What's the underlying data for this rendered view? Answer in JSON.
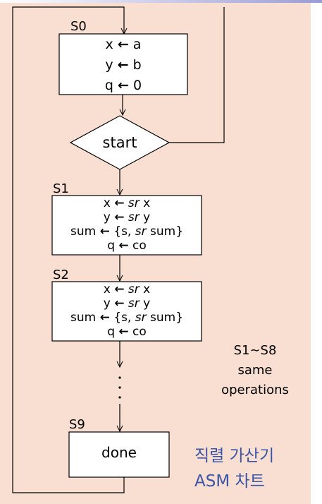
{
  "states": {
    "s0": {
      "label": "S0",
      "lines": [
        {
          "lhs": "x",
          "arrow": "←",
          "sr": "",
          "rhs": "a"
        },
        {
          "lhs": "y",
          "arrow": "←",
          "sr": "",
          "rhs": "b"
        },
        {
          "lhs": "q",
          "arrow": "←",
          "sr": "",
          "rhs": "0"
        }
      ]
    },
    "decision": {
      "label": "start"
    },
    "s1": {
      "label": "S1",
      "lines": [
        {
          "lhs": "x",
          "arrow": "←",
          "pre": "",
          "sr": "sr",
          "rhs": " x"
        },
        {
          "lhs": "y",
          "arrow": "←",
          "pre": "",
          "sr": "sr",
          "rhs": " y"
        },
        {
          "lhs": "sum",
          "arrow": "←",
          "pre": "{s, ",
          "sr": "sr",
          "rhs": " sum}"
        },
        {
          "lhs": "q",
          "arrow": "←",
          "pre": "",
          "sr": "",
          "rhs": "co"
        }
      ]
    },
    "s2": {
      "label": "S2",
      "lines": [
        {
          "lhs": "x",
          "arrow": "←",
          "pre": "",
          "sr": "sr",
          "rhs": " x"
        },
        {
          "lhs": "y",
          "arrow": "←",
          "pre": "",
          "sr": "sr",
          "rhs": " y"
        },
        {
          "lhs": "sum",
          "arrow": "←",
          "pre": "{s, ",
          "sr": "sr",
          "rhs": " sum}"
        },
        {
          "lhs": "q",
          "arrow": "←",
          "pre": "",
          "sr": "",
          "rhs": "co"
        }
      ]
    },
    "s9": {
      "label": "S9",
      "text": "done"
    }
  },
  "note": {
    "line1": "S1~S8",
    "line2": "same",
    "line3": "operations"
  },
  "caption": {
    "line1": "직렬 가산기",
    "line2": "ASM 차트"
  },
  "colors": {
    "background": "#f9ded2",
    "caption": "#3b55a5",
    "stroke": "#000000"
  }
}
